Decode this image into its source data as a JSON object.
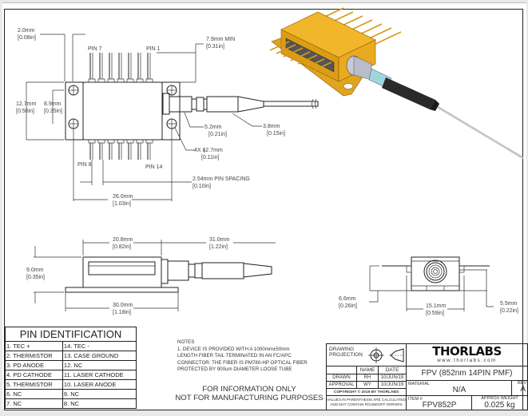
{
  "drawing": {
    "top_view": {
      "pin7_label": "PIN 7",
      "pin1_label": "PIN 1",
      "pin8_label": "PIN 8",
      "pin14_label": "PIN 14",
      "dim_flange_mm": "2.0mm",
      "dim_flange_in": "[0.08in]",
      "dim_lead_mm": "7.9mm  MIN",
      "dim_lead_in": "[0.31in]",
      "dim_width_mm": "12.7mm",
      "dim_width_in": "[0.50in]",
      "dim_hole_span_mm": "8.9mm",
      "dim_hole_span_in": "[0.35in]",
      "dim_boot_dia_mm": "5.2mm",
      "dim_boot_dia_in": "[0.21in]",
      "dim_tube_dia_mm": "3.8mm",
      "dim_tube_dia_in": "[0.15in]",
      "dim_holes_mm": "4X ϕ2.7mm",
      "dim_holes_in": "[0.11in]",
      "dim_spacing_mm": "2.54mm PIN SPACING",
      "dim_spacing_in": "[0.10in]",
      "dim_length_mm": "26.0mm",
      "dim_length_in": "[1.03in]"
    },
    "side_view": {
      "dim_body_mm": "20.8mm",
      "dim_body_in": "[0.82in]",
      "dim_tail_mm": "31.0mm",
      "dim_tail_in": "[1.22in]",
      "dim_height_mm": "9.0mm",
      "dim_height_in": "[0.35in]",
      "dim_base_mm": "30.0mm",
      "dim_base_in": "[1.18in]"
    },
    "end_view": {
      "dim_axis_mm": "6.6mm",
      "dim_axis_in": "[0.26in]",
      "dim_width_mm": "15.1mm",
      "dim_width_in": "[0.59in]",
      "dim_lead_mm": "5.5mm",
      "dim_lead_in": "[0.22in]"
    },
    "phi": "ϕ"
  },
  "pin_table": {
    "title": "PIN IDENTIFICATION",
    "rows": [
      [
        "1. TEC +",
        "14. TEC -"
      ],
      [
        "2. THERMISTOR",
        "13. CASE GROUND"
      ],
      [
        "3. PD ANODE",
        "12. NC"
      ],
      [
        "4. PD CATHODE",
        "11. LASER CATHODE"
      ],
      [
        "5. THERMISTOR",
        "10. LASER ANODE"
      ],
      [
        "6. NC",
        "9. NC"
      ],
      [
        "7. NC",
        "8. NC"
      ]
    ]
  },
  "notes": {
    "heading": "NOTES",
    "lines": [
      "1.  DEVICE IS PROVIDED WITH A 1000mm±50mm",
      "LENGTH FIBER TAIL TERMINATED IN AN FC/APC",
      "CONNECTOR: THE FIBER IS PM780-HP OPTICAL FIBER",
      "PROTECTED BY 900um DIAMETER LOOSE TUBE"
    ],
    "disclaimer_1": "FOR INFORMATION ONLY",
    "disclaimer_2": "NOT FOR MANUFACTURING PURPOSES"
  },
  "title_block": {
    "projection_label": "DRAWING PROJECTION",
    "col_name": "NAME",
    "col_date": "DATE",
    "drawn_label": "DRAWN",
    "drawn_name": "RH",
    "drawn_date": "10/JUN/19",
    "approval_label": "APPROVAL",
    "approval_name": "WY",
    "approval_date": "10/JUN/19",
    "copyright": "COPYRIGHT © 2019 BY THORLABS",
    "values_note_1": "VALUES IN PARENTHESIS ARE CALCULATED",
    "values_note_2": "AND MAY CONTAIN ROUNDOFF ERRORS",
    "logo": "THORLABS",
    "website": "www.thorlabs.com",
    "product_title": "FPV (852nm 14PIN PMF)",
    "material_label": "MATERIAL",
    "material_value": "N/A",
    "rev_label": "REV",
    "rev_value": "A",
    "item_label": "ITEM #",
    "item_value": "FPV852P",
    "weight_label": "APPROX WEIGHT",
    "weight_value": "0.025 kg"
  },
  "colors": {
    "gold_body": "#f0b429",
    "gold_dark": "#c98a10",
    "boot_black": "#2a2a2a",
    "line": "#222222",
    "background": "#e9e9e9"
  }
}
